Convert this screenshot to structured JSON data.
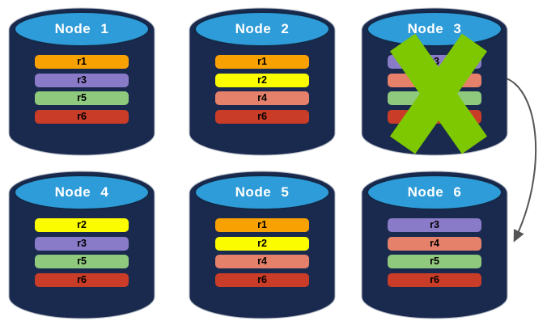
{
  "nodes": [
    {
      "label": "Node 1",
      "rows": [
        {
          "label": "r1",
          "color": "#F8A102"
        },
        {
          "label": "r3",
          "color": "#8A7BC8"
        },
        {
          "label": "r5",
          "color": "#8FC97E"
        },
        {
          "label": "r6",
          "color": "#C93C28"
        }
      ]
    },
    {
      "label": "Node 2",
      "rows": [
        {
          "label": "r1",
          "color": "#F8A102"
        },
        {
          "label": "r2",
          "color": "#FCFC00"
        },
        {
          "label": "r4",
          "color": "#E5806B"
        },
        {
          "label": "r6",
          "color": "#C93C28"
        }
      ]
    },
    {
      "label": "Node 3",
      "rows": [
        {
          "label": "r3",
          "color": "#8A7BC8"
        },
        {
          "label": "",
          "color": "#E5806B"
        },
        {
          "label": "",
          "color": "#8FC97E"
        },
        {
          "label": "",
          "color": "#C93C28"
        }
      ]
    },
    {
      "label": "Node 4",
      "rows": [
        {
          "label": "r2",
          "color": "#FCFC00"
        },
        {
          "label": "r3",
          "color": "#8A7BC8"
        },
        {
          "label": "r5",
          "color": "#8FC97E"
        },
        {
          "label": "r6",
          "color": "#C93C28"
        }
      ]
    },
    {
      "label": "Node 5",
      "rows": [
        {
          "label": "r1",
          "color": "#F8A102"
        },
        {
          "label": "r2",
          "color": "#FCFC00"
        },
        {
          "label": "r4",
          "color": "#E5806B"
        },
        {
          "label": "r6",
          "color": "#C93C28"
        }
      ]
    },
    {
      "label": "Node 6",
      "rows": [
        {
          "label": "r3",
          "color": "#8A7BC8"
        },
        {
          "label": "r4",
          "color": "#E5806B"
        },
        {
          "label": "r5",
          "color": "#8FC97E"
        },
        {
          "label": "r6",
          "color": "#C93C28"
        }
      ]
    }
  ],
  "colors": {
    "cylinder_body": "#1A2A4E",
    "cylinder_top": "#2E9CD8",
    "cylinder_top_stroke": "#132947",
    "cylinder_outline": "#B5BBC6",
    "node_title_text": "#FFFFFF",
    "row_text": "#000000",
    "failure_x": "#7DC800",
    "arrow": "#555555"
  }
}
